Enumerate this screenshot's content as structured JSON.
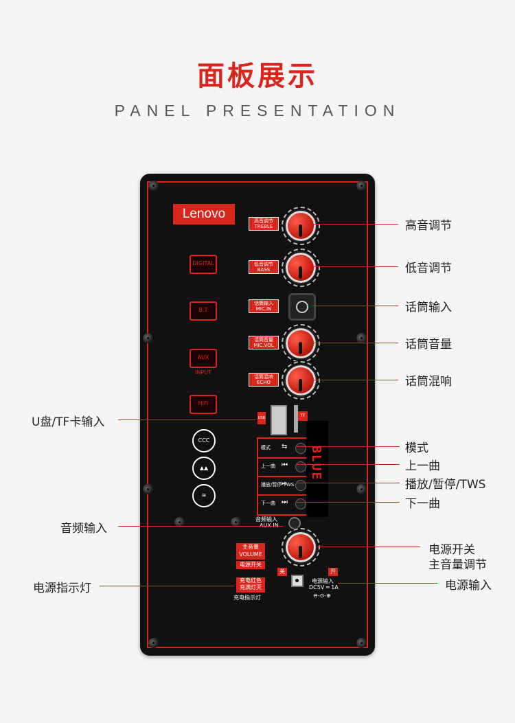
{
  "header": {
    "title_cn": "面板展示",
    "title_en": "PANEL PRESENTATION"
  },
  "panel": {
    "logo": "Lenovo",
    "treble_tag": [
      "高音调节",
      "TREBLE"
    ],
    "bass_tag": [
      "低音调节",
      "BASS"
    ],
    "mic_in_tag": [
      "话筒输入",
      "MIC.IN"
    ],
    "mic_vol_tag": [
      "话筒音量",
      "MIC.VOL"
    ],
    "echo_tag": [
      "话筒混响",
      "ECHO"
    ],
    "usb_tag": "USB",
    "tf_tag": "TF",
    "icons": [
      "DIGITAL",
      "B.T",
      "AUX INPUT",
      "HiFi"
    ],
    "controls": [
      {
        "label": "模式",
        "symbol": "⇆"
      },
      {
        "label": "上一曲",
        "symbol": "⏮"
      },
      {
        "label": "播放/暂停 TWS",
        "symbol": "⏯"
      },
      {
        "label": "下一曲",
        "symbol": "⏭"
      }
    ],
    "display_text": "BLUE",
    "aux_label_cn": "音频输入",
    "aux_label_en": "AUX IN",
    "volume_tag": [
      "主音量",
      "VOLUME"
    ],
    "power_switch_tag": "电源开关",
    "charge_tag": [
      "充电红色",
      "充满灯灭"
    ],
    "charge_indicator_text": "充电指示灯",
    "off_tag": "关",
    "on_tag": "开",
    "power_in_text": "电源输入",
    "power_spec": "DC5V ═ 1A",
    "power_symbol": "⊖-⊙-⊕"
  },
  "callouts": {
    "treble": "高音调节",
    "bass": "低音调节",
    "mic_in": "话筒输入",
    "mic_vol": "话筒音量",
    "echo": "话筒混响",
    "usb_tf": "U盘/TF卡输入",
    "mode": "模式",
    "prev": "上一曲",
    "play": "播放/暂停/TWS",
    "next": "下一曲",
    "aux": "音频输入",
    "power_switch": "电源开关",
    "main_volume": "主音量调节",
    "power_indicator": "电源指示灯",
    "power_input": "电源输入"
  },
  "colors": {
    "accent": "#d9261c",
    "panel": "#111111",
    "background": "#f5f5f5"
  }
}
